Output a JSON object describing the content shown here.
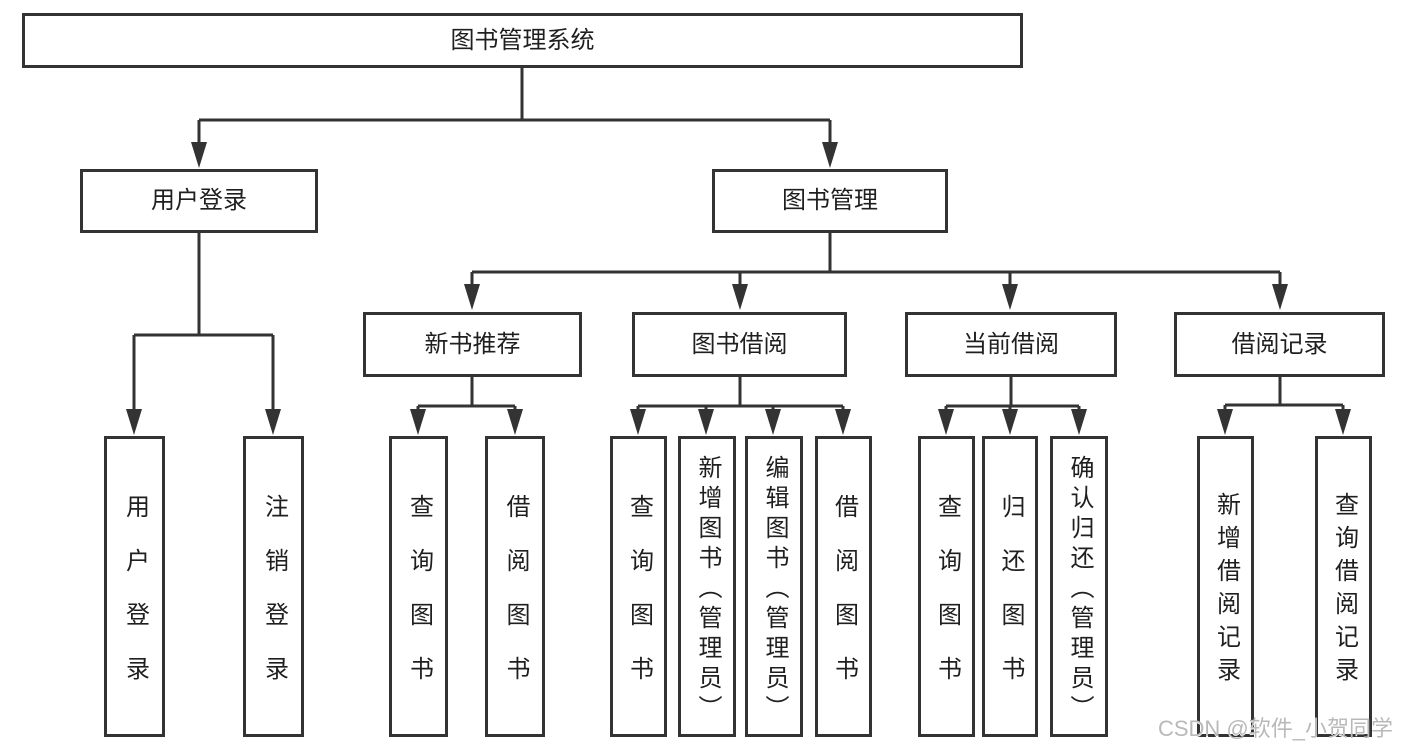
{
  "diagram": {
    "root": {
      "label": "图书管理系统"
    },
    "level2": [
      {
        "label": "用户登录"
      },
      {
        "label": "图书管理"
      }
    ],
    "level3": [
      {
        "label": "新书推荐"
      },
      {
        "label": "图书借阅"
      },
      {
        "label": "当前借阅"
      },
      {
        "label": "借阅记录"
      }
    ],
    "leaves": {
      "user_login": [
        "用户登录",
        "注销登录"
      ],
      "new_book_recommend": [
        "查询图书",
        "借阅图书"
      ],
      "book_borrow": [
        "查询图书",
        "新增图书（管理员）",
        "编辑图书（管理员）",
        "借阅图书"
      ],
      "current_borrow": [
        "查询图书",
        "归还图书",
        "确认归还（管理员）"
      ],
      "borrow_records": [
        "新增借阅记录",
        "查询借阅记录"
      ]
    }
  },
  "watermark": {
    "text": "CSDN @软件_小贺同学"
  },
  "colors": {
    "line": "#333333",
    "box_border": "#333333",
    "text": "#1f1f1f",
    "watermark": "#b9b9b9",
    "background": "#ffffff"
  }
}
